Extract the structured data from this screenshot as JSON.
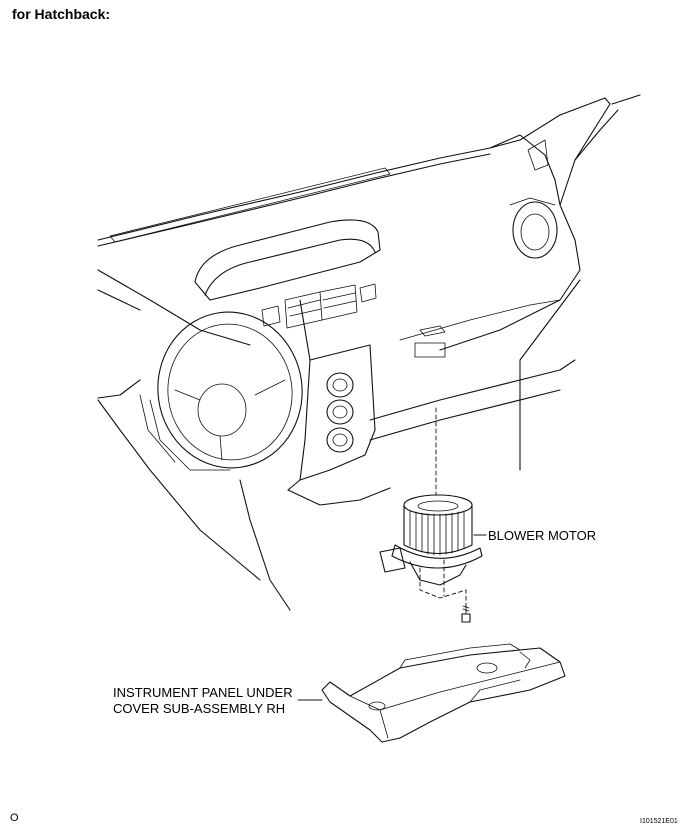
{
  "heading": "for Hatchback:",
  "labels": {
    "blower_motor": "BLOWER MOTOR",
    "panel_line1": "INSTRUMENT PANEL UNDER",
    "panel_line2": "COVER SUB-ASSEMBLY RH"
  },
  "page_marker": "O",
  "figure_code": "I101521E01"
}
